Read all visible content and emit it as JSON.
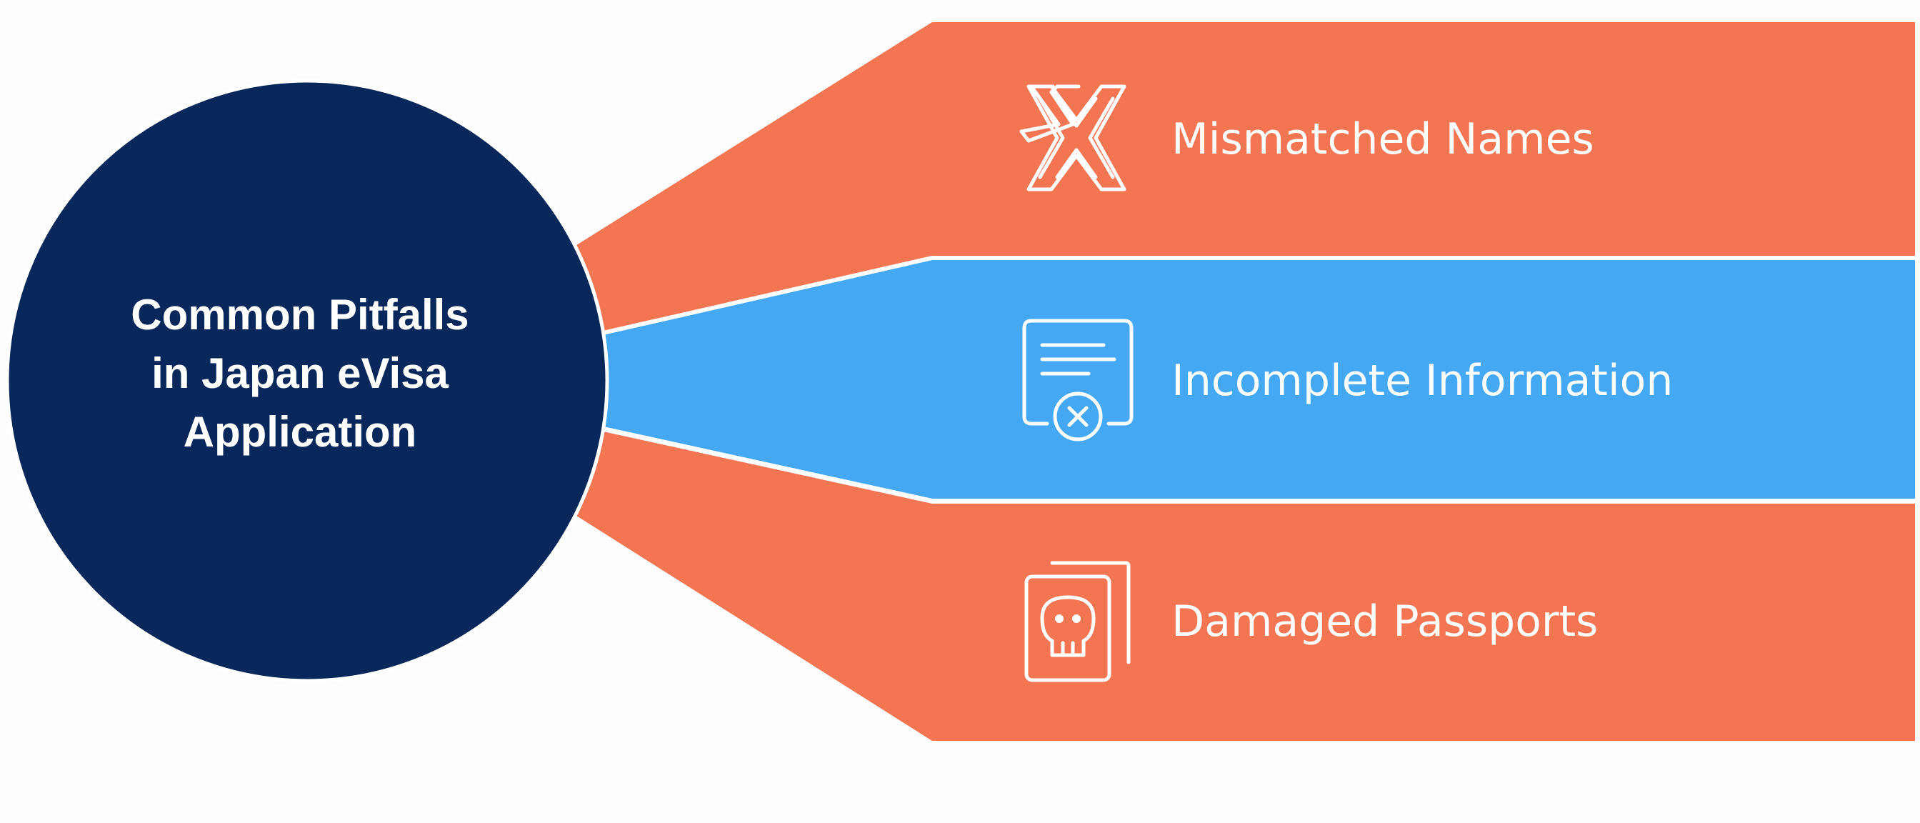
{
  "hub": {
    "title_lines": [
      "Common Pitfalls",
      "in Japan eVisa",
      "Application"
    ]
  },
  "branches": [
    {
      "label": "Mismatched Names",
      "icon": "x-cross-icon",
      "color": "#F47552"
    },
    {
      "label": "Incomplete Information",
      "icon": "document-x-icon",
      "color": "#45A8F4"
    },
    {
      "label": "Damaged Passports",
      "icon": "passport-skull-icon",
      "color": "#F47552"
    }
  ],
  "colors": {
    "hub": "#08285C",
    "coral": "#F47552",
    "blue": "#45A8F4",
    "background": "#FDFDFD",
    "text": "#FFFFFF"
  }
}
